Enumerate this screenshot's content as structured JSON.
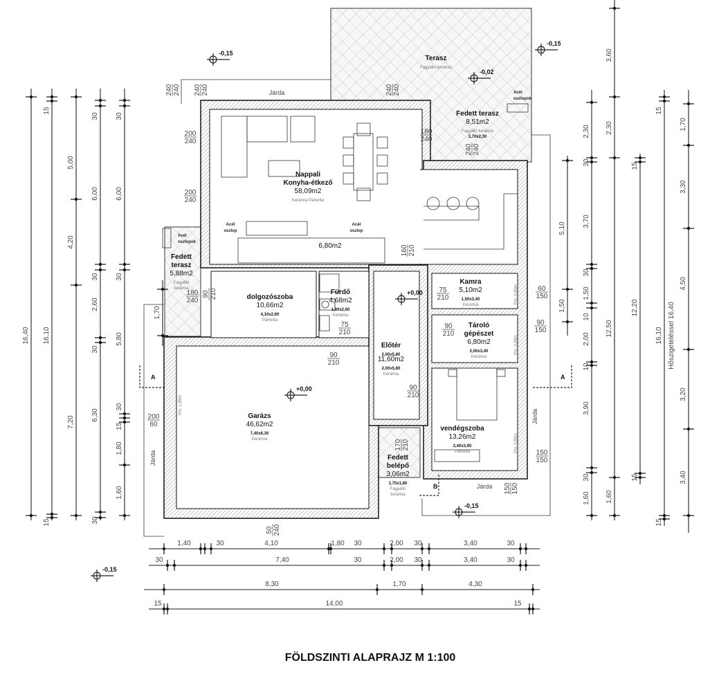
{
  "title": "FÖLDSZINTI ALAPRAJZ  M 1:100",
  "rooms": [
    {
      "name": "Nappali",
      "name2": "Konyha-étkező",
      "area": "58,09m2",
      "floor": "Kerámia Parketta"
    },
    {
      "name": "dolgozószoba",
      "area": "10,66m2",
      "dims": "4,10x2,60",
      "floor": "Parketta"
    },
    {
      "name": "Fürdő",
      "area": "4,68m2",
      "dims": "1,80x2,60",
      "floor": "Kerámia"
    },
    {
      "name": "Előtér",
      "dims": "2,00x5,80",
      "area": "11,60m2",
      "dims2": "2,00x5,80",
      "floor": "Kerámia"
    },
    {
      "name": "Kamra",
      "area": "5,10m2",
      "dims": "1,50x3,40",
      "floor": "Kerámia"
    },
    {
      "name": "Tároló",
      "name2": "gépészet",
      "area": "6,80m2",
      "dims": "2,00x3,40",
      "floor": "Kerámia"
    },
    {
      "name": "vendégszoba",
      "area": "13,26m2",
      "dims": "3,40x3,90",
      "floor": "Parketta"
    },
    {
      "name": "Garázs",
      "area": "46,62m2",
      "dims": "7,40x6,30",
      "floor": "Kerámia"
    },
    {
      "name": "Fedett",
      "name2": "belépő",
      "area": "3,06m2",
      "dims": "1,70x1,80",
      "floor": "Fagyálló",
      "floor2": "kerámia"
    },
    {
      "name": "Fedett",
      "name2": "terasz",
      "area": "5,88m2",
      "floor": "Fagyálló",
      "floor2": "kerámia"
    },
    {
      "name": "Fedett terasz",
      "area": "8,51m2",
      "floor": "Fagyálló kerámia",
      "dims": "3,70x2,30"
    },
    {
      "name": "Terasz",
      "floor": "Fagyálló kerámia"
    },
    {
      "area": "6,80m2"
    }
  ],
  "levels": [
    "-0,15",
    "-0,02",
    "-0,15",
    "+0,00",
    "+0,00",
    "-0,15",
    "-0,15"
  ],
  "labels": {
    "sidewalk": [
      "Járda",
      "Járda",
      "Járda",
      "Járda"
    ],
    "steel_column": [
      "Acél",
      "oszlop",
      "Acél",
      "oszlop"
    ],
    "steel_columns": [
      "Acél",
      "oszlopok"
    ],
    "acel_left": [
      "Acél",
      "oszlopok"
    ],
    "sections": [
      "A",
      "A",
      "B"
    ],
    "parapets": [
      "Pm. 0,90m",
      "Pm. 0,90m",
      "Pm. 0,90m",
      "Pm. 1,80m"
    ]
  },
  "openings": [
    [
      "240",
      "240"
    ],
    [
      "240",
      "240"
    ],
    [
      "240",
      "240"
    ],
    [
      "200",
      "240"
    ],
    [
      "200",
      "240"
    ],
    [
      "180",
      "240"
    ],
    [
      "240",
      "240"
    ],
    [
      "160",
      "210"
    ],
    [
      "90",
      "210"
    ],
    [
      "180",
      "240"
    ],
    [
      "75",
      "210"
    ],
    [
      "90",
      "210"
    ],
    [
      "75",
      "210"
    ],
    [
      "90",
      "210"
    ],
    [
      "90",
      "210"
    ],
    [
      "60",
      "150"
    ],
    [
      "90",
      "150"
    ],
    [
      "150",
      "150"
    ],
    [
      "200",
      "60"
    ],
    [
      "170",
      "210"
    ],
    [
      "150",
      "150"
    ],
    [
      "50",
      "240"
    ]
  ],
  "dimensions": {
    "left": [
      [
        "16,40"
      ],
      [
        "15",
        "16,10",
        "15"
      ],
      [
        "5,00",
        "4,20",
        "7,20"
      ],
      [
        "30",
        "6,00",
        "30",
        "2,60",
        "30",
        "6,30",
        "30"
      ],
      [
        "30",
        "6,00",
        "30",
        "5,80",
        "30",
        "15",
        "1,80",
        "1,60"
      ],
      [
        "1,70"
      ]
    ],
    "right": [
      [
        "5,10",
        "1,50"
      ],
      [
        "2,30",
        "30",
        "3,70",
        "30",
        "1,50",
        "10",
        "2,00",
        "10",
        "3,90",
        "30",
        "1,60"
      ],
      [
        "3,60",
        "2,30",
        "12,50",
        "1,60"
      ],
      [
        "15",
        "12,20",
        "15"
      ],
      [
        "15",
        "16,10",
        "Hőszigeteléssel 16,40",
        "15"
      ],
      [
        "1,70",
        "3,30",
        "4,50",
        "3,20",
        "3,40"
      ]
    ],
    "bottom": [
      [
        "1,40",
        "30",
        "4,10",
        "1,80",
        "30",
        "2,00",
        "30",
        "3,40",
        "30"
      ],
      [
        "30",
        "7,40",
        "30",
        "2,00",
        "30",
        "3,40",
        "30"
      ],
      [
        "8,30",
        "1,70",
        "4,30"
      ],
      [
        "15",
        "14,00",
        "15"
      ]
    ]
  }
}
